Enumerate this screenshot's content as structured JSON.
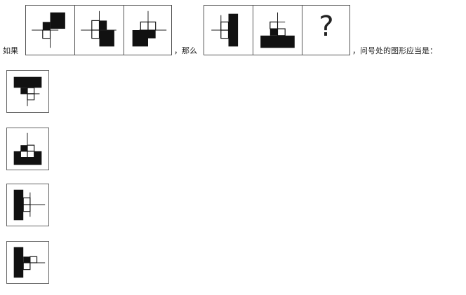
{
  "question": {
    "text_if": "如果",
    "text_then": "，那么",
    "text_ask": "，问号处的图形应当是："
  },
  "unknown_mark": "?"
}
